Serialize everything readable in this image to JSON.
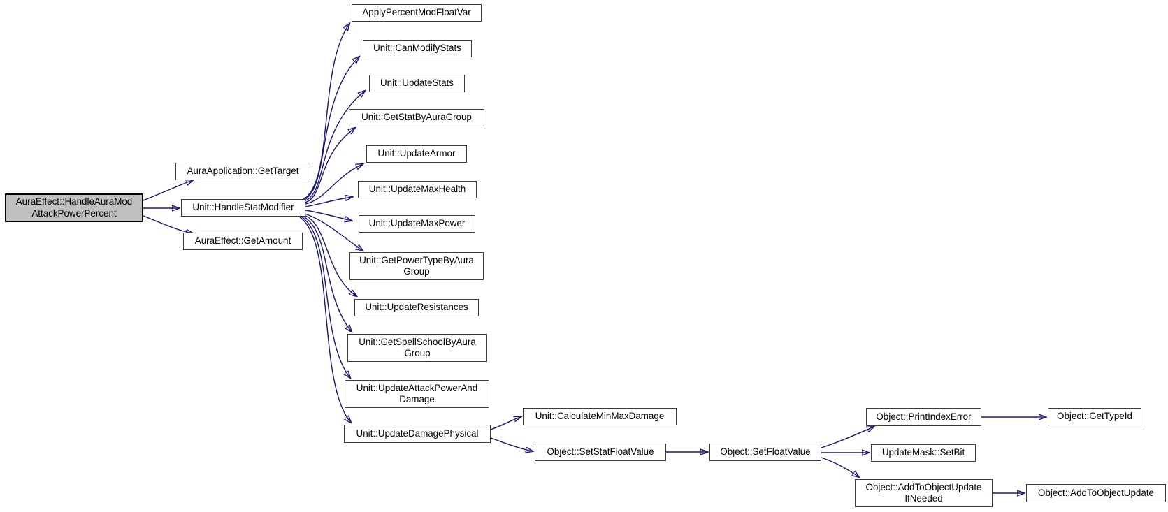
{
  "diagram": {
    "type": "call-graph",
    "background_color": "#ffffff",
    "edge_color": "#191970",
    "node_border_color": "#3c3c3c",
    "node_fill_color": "#ffffff",
    "highlight_node_fill_color": "#c0c0c0",
    "text_color": "#000000",
    "nodes": [
      {
        "id": "HandleAuraModAttackPowerPercent",
        "label": "AuraEffect::HandleAuraMod\nAttackPowerPercent",
        "highlighted": true
      },
      {
        "id": "GetTarget",
        "label": "AuraApplication::GetTarget"
      },
      {
        "id": "HandleStatModifier",
        "label": "Unit::HandleStatModifier"
      },
      {
        "id": "GetAmount",
        "label": "AuraEffect::GetAmount"
      },
      {
        "id": "ApplyPercentModFloatVar",
        "label": "ApplyPercentModFloatVar"
      },
      {
        "id": "CanModifyStats",
        "label": "Unit::CanModifyStats"
      },
      {
        "id": "UpdateStats",
        "label": "Unit::UpdateStats"
      },
      {
        "id": "GetStatByAuraGroup",
        "label": "Unit::GetStatByAuraGroup"
      },
      {
        "id": "UpdateArmor",
        "label": "Unit::UpdateArmor"
      },
      {
        "id": "UpdateMaxHealth",
        "label": "Unit::UpdateMaxHealth"
      },
      {
        "id": "UpdateMaxPower",
        "label": "Unit::UpdateMaxPower"
      },
      {
        "id": "GetPowerTypeByAuraGroup",
        "label": "Unit::GetPowerTypeByAura\nGroup"
      },
      {
        "id": "UpdateResistances",
        "label": "Unit::UpdateResistances"
      },
      {
        "id": "GetSpellSchoolByAuraGroup",
        "label": "Unit::GetSpellSchoolByAura\nGroup"
      },
      {
        "id": "UpdateAttackPowerAndDamage",
        "label": "Unit::UpdateAttackPowerAnd\nDamage"
      },
      {
        "id": "UpdateDamagePhysical",
        "label": "Unit::UpdateDamagePhysical"
      },
      {
        "id": "CalculateMinMaxDamage",
        "label": "Unit::CalculateMinMaxDamage"
      },
      {
        "id": "SetStatFloatValue",
        "label": "Object::SetStatFloatValue"
      },
      {
        "id": "SetFloatValue",
        "label": "Object::SetFloatValue"
      },
      {
        "id": "PrintIndexError",
        "label": "Object::PrintIndexError"
      },
      {
        "id": "SetBit",
        "label": "UpdateMask::SetBit"
      },
      {
        "id": "AddToObjectUpdateIfNeeded",
        "label": "Object::AddToObjectUpdate\nIfNeeded"
      },
      {
        "id": "GetTypeId",
        "label": "Object::GetTypeId"
      },
      {
        "id": "AddToObjectUpdate",
        "label": "Object::AddToObjectUpdate"
      }
    ],
    "edges": [
      {
        "from": "HandleAuraModAttackPowerPercent",
        "to": "GetTarget"
      },
      {
        "from": "HandleAuraModAttackPowerPercent",
        "to": "HandleStatModifier"
      },
      {
        "from": "HandleAuraModAttackPowerPercent",
        "to": "GetAmount"
      },
      {
        "from": "HandleStatModifier",
        "to": "ApplyPercentModFloatVar"
      },
      {
        "from": "HandleStatModifier",
        "to": "CanModifyStats"
      },
      {
        "from": "HandleStatModifier",
        "to": "UpdateStats"
      },
      {
        "from": "HandleStatModifier",
        "to": "GetStatByAuraGroup"
      },
      {
        "from": "HandleStatModifier",
        "to": "UpdateArmor"
      },
      {
        "from": "HandleStatModifier",
        "to": "UpdateMaxHealth"
      },
      {
        "from": "HandleStatModifier",
        "to": "UpdateMaxPower"
      },
      {
        "from": "HandleStatModifier",
        "to": "GetPowerTypeByAuraGroup"
      },
      {
        "from": "HandleStatModifier",
        "to": "UpdateResistances"
      },
      {
        "from": "HandleStatModifier",
        "to": "GetSpellSchoolByAuraGroup"
      },
      {
        "from": "HandleStatModifier",
        "to": "UpdateAttackPowerAndDamage"
      },
      {
        "from": "HandleStatModifier",
        "to": "UpdateDamagePhysical"
      },
      {
        "from": "UpdateDamagePhysical",
        "to": "CalculateMinMaxDamage"
      },
      {
        "from": "UpdateDamagePhysical",
        "to": "SetStatFloatValue"
      },
      {
        "from": "SetStatFloatValue",
        "to": "SetFloatValue"
      },
      {
        "from": "SetFloatValue",
        "to": "PrintIndexError"
      },
      {
        "from": "SetFloatValue",
        "to": "SetBit"
      },
      {
        "from": "SetFloatValue",
        "to": "AddToObjectUpdateIfNeeded"
      },
      {
        "from": "PrintIndexError",
        "to": "GetTypeId"
      },
      {
        "from": "AddToObjectUpdateIfNeeded",
        "to": "AddToObjectUpdate"
      }
    ]
  }
}
